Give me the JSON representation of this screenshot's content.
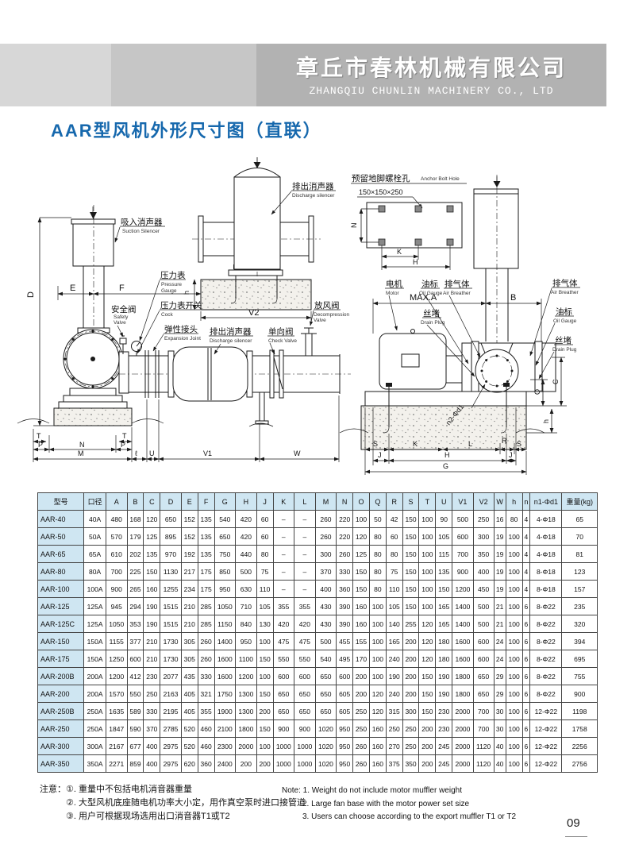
{
  "header": {
    "company_cn": "章丘市春林机械有限公司",
    "company_en": "ZHANGQIU CHUNLIN MACHINERY CO., LTD"
  },
  "title": "AAR型风机外形尺寸图（直联）",
  "colors": {
    "accent_blue": "#1668ad",
    "banner_gray_1": "#d7d7d7",
    "banner_gray_2": "#c6c6c6",
    "banner_gray_3": "#b2b2b2",
    "table_header_bg": "#cfe6f2"
  },
  "drw": {
    "suction_cn": "吸入消声器",
    "suction_en": "Suction Silencer",
    "pg_cn": "压力表",
    "pg_en1": "Pressure",
    "pg_en2": "Gauge",
    "cock_cn": "压力表开关",
    "cock_en": "Cock",
    "safety_cn": "安全阀",
    "safety_en1": "Safety",
    "safety_en2": "Valve",
    "ej_cn": "弹性接头",
    "ej_en": "Expansion Joint",
    "ds_cn": "排出消声器",
    "ds_en": "Discharge silencer",
    "cv_cn": "单向阀",
    "cv_en": "Check Valve",
    "dv_cn": "放风阀",
    "dv_en1": "Decompression",
    "dv_en2": "Valve",
    "anchor_cn": "预留地脚螺栓孔",
    "anchor_en": "Anchor Bolt Hole",
    "anchor_size": "150×150×250",
    "motor_cn": "电机",
    "motor_en": "Motor",
    "oil_cn": "油标",
    "oil_en": "Oil Gauge",
    "ab_cn": "排气体",
    "ab_en": "Air Breather",
    "plug_cn": "丝堵",
    "plug_en": "Drain Plug",
    "bolt_label": "n2-Φd1",
    "dims": {
      "D": "D",
      "E": "E",
      "F": "F",
      "T": "T",
      "P": "P",
      "N": "N",
      "M": "M",
      "l": "ℓ",
      "U": "U",
      "V1": "V1",
      "W": "W",
      "V2": "V2",
      "h": "h",
      "K": "K",
      "H": "H",
      "maxa": "MAX.A",
      "B": "B",
      "C": "C",
      "Q": "Q",
      "S": "S",
      "L": "L",
      "R": "R",
      "J": "J",
      "G": "G"
    }
  },
  "table": {
    "columns": [
      "型号",
      "口径",
      "A",
      "B",
      "C",
      "D",
      "E",
      "F",
      "G",
      "H",
      "J",
      "K",
      "L",
      "M",
      "N",
      "O",
      "Q",
      "R",
      "S",
      "T",
      "U",
      "V1",
      "V2",
      "W",
      "h",
      "n",
      "n1-Φd1",
      "重量(kg)"
    ],
    "rows": [
      [
        "AAR-40",
        "40A",
        "480",
        "168",
        "120",
        "650",
        "152",
        "135",
        "540",
        "420",
        "60",
        "–",
        "–",
        "260",
        "220",
        "100",
        "50",
        "42",
        "150",
        "100",
        "90",
        "500",
        "250",
        "16",
        "80",
        "4",
        "4-Φ18",
        "65"
      ],
      [
        "AAR-50",
        "50A",
        "570",
        "179",
        "125",
        "895",
        "152",
        "135",
        "650",
        "420",
        "60",
        "–",
        "–",
        "260",
        "220",
        "120",
        "80",
        "60",
        "150",
        "100",
        "105",
        "600",
        "300",
        "19",
        "100",
        "4",
        "4-Φ18",
        "70"
      ],
      [
        "AAR-65",
        "65A",
        "610",
        "202",
        "135",
        "970",
        "192",
        "135",
        "750",
        "440",
        "80",
        "–",
        "–",
        "300",
        "260",
        "125",
        "80",
        "80",
        "150",
        "100",
        "115",
        "700",
        "350",
        "19",
        "100",
        "4",
        "4-Φ18",
        "81"
      ],
      [
        "AAR-80",
        "80A",
        "700",
        "225",
        "150",
        "1130",
        "217",
        "175",
        "850",
        "500",
        "75",
        "–",
        "–",
        "370",
        "330",
        "150",
        "80",
        "75",
        "150",
        "100",
        "135",
        "900",
        "400",
        "19",
        "100",
        "4",
        "8-Φ18",
        "123"
      ],
      [
        "AAR-100",
        "100A",
        "900",
        "265",
        "160",
        "1255",
        "234",
        "175",
        "950",
        "630",
        "110",
        "–",
        "–",
        "400",
        "360",
        "150",
        "80",
        "110",
        "150",
        "100",
        "150",
        "1200",
        "450",
        "19",
        "100",
        "4",
        "8-Φ18",
        "157"
      ],
      [
        "AAR-125",
        "125A",
        "945",
        "294",
        "190",
        "1515",
        "210",
        "285",
        "1050",
        "710",
        "105",
        "355",
        "355",
        "430",
        "390",
        "160",
        "100",
        "105",
        "150",
        "100",
        "165",
        "1400",
        "500",
        "21",
        "100",
        "6",
        "8-Φ22",
        "235"
      ],
      [
        "AAR-125C",
        "125A",
        "1050",
        "353",
        "190",
        "1515",
        "210",
        "285",
        "1150",
        "840",
        "130",
        "420",
        "420",
        "430",
        "390",
        "160",
        "100",
        "140",
        "255",
        "120",
        "165",
        "1400",
        "500",
        "21",
        "100",
        "6",
        "8-Φ22",
        "320"
      ],
      [
        "AAR-150",
        "150A",
        "1155",
        "377",
        "210",
        "1730",
        "305",
        "260",
        "1400",
        "950",
        "100",
        "475",
        "475",
        "500",
        "455",
        "155",
        "100",
        "165",
        "200",
        "120",
        "180",
        "1600",
        "600",
        "24",
        "100",
        "6",
        "8-Φ22",
        "394"
      ],
      [
        "AAR-175",
        "150A",
        "1250",
        "600",
        "210",
        "1730",
        "305",
        "260",
        "1600",
        "1100",
        "150",
        "550",
        "550",
        "540",
        "495",
        "170",
        "100",
        "240",
        "200",
        "120",
        "180",
        "1600",
        "600",
        "24",
        "100",
        "6",
        "8-Φ22",
        "695"
      ],
      [
        "AAR-200B",
        "200A",
        "1200",
        "412",
        "230",
        "2077",
        "435",
        "330",
        "1600",
        "1200",
        "100",
        "600",
        "600",
        "650",
        "600",
        "200",
        "100",
        "190",
        "200",
        "150",
        "190",
        "1800",
        "650",
        "29",
        "100",
        "6",
        "8-Φ22",
        "755"
      ],
      [
        "AAR-200",
        "200A",
        "1570",
        "550",
        "250",
        "2163",
        "405",
        "321",
        "1750",
        "1300",
        "150",
        "650",
        "650",
        "650",
        "605",
        "200",
        "120",
        "240",
        "200",
        "150",
        "190",
        "1800",
        "650",
        "29",
        "100",
        "6",
        "8-Φ22",
        "900"
      ],
      [
        "AAR-250B",
        "250A",
        "1635",
        "589",
        "330",
        "2195",
        "405",
        "355",
        "1900",
        "1300",
        "200",
        "650",
        "650",
        "650",
        "605",
        "250",
        "120",
        "315",
        "300",
        "150",
        "230",
        "2000",
        "700",
        "30",
        "100",
        "6",
        "12-Φ22",
        "1198"
      ],
      [
        "AAR-250",
        "250A",
        "1847",
        "590",
        "370",
        "2785",
        "520",
        "460",
        "2100",
        "1800",
        "150",
        "900",
        "900",
        "1020",
        "950",
        "250",
        "160",
        "250",
        "250",
        "200",
        "230",
        "2000",
        "700",
        "30",
        "100",
        "6",
        "12-Φ22",
        "1758"
      ],
      [
        "AAR-300",
        "300A",
        "2167",
        "677",
        "400",
        "2975",
        "520",
        "460",
        "2300",
        "2000",
        "100",
        "1000",
        "1000",
        "1020",
        "950",
        "260",
        "160",
        "270",
        "250",
        "200",
        "245",
        "2000",
        "1120",
        "40",
        "100",
        "6",
        "12-Φ22",
        "2256"
      ],
      [
        "AAR-350",
        "350A",
        "2271",
        "859",
        "400",
        "2975",
        "620",
        "360",
        "2400",
        "200",
        "200",
        "1000",
        "1000",
        "1020",
        "950",
        "260",
        "160",
        "375",
        "350",
        "200",
        "245",
        "2000",
        "1120",
        "40",
        "100",
        "6",
        "12-Φ22",
        "2756"
      ]
    ]
  },
  "notes": {
    "cn_label": "注意：",
    "cn": [
      "①. 重量中不包括电机消音器重量",
      "②. 大型风机底座随电机功率大小定，用作真空泵时进口接管道",
      "③. 用户可根据现场选用出口消音器T1或T2"
    ],
    "en": [
      "Note: 1. Weight do not include motor muffler weight",
      "2. Large fan base with the motor power set size",
      "3. Users can choose according to the export muffler T1 or T2"
    ]
  },
  "page": {
    "number": "09"
  }
}
